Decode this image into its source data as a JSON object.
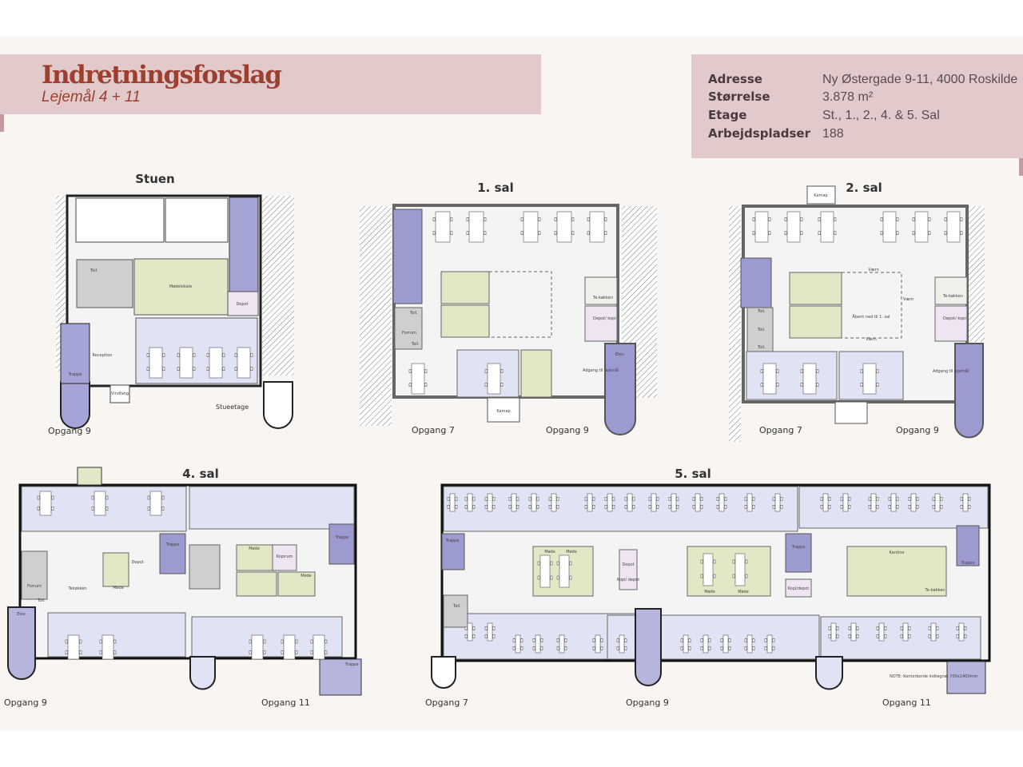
{
  "header": {
    "title": "Indretningsforslag",
    "subtitle": "Lejemål 4 + 11"
  },
  "info": [
    {
      "key": "Adresse",
      "value": "Ny Østergade 9-11, 4000 Roskilde"
    },
    {
      "key": "Størrelse",
      "value": "3.878 m²"
    },
    {
      "key": "Etage",
      "value": "St., 1., 2., 4. & 5. Sal"
    },
    {
      "key": "Arbejdspladser",
      "value": "188"
    }
  ],
  "colors": {
    "banner": "#e2cacb",
    "title": "#9c3f30",
    "stair": "#9b9bd0",
    "office": "#dfe3f3",
    "meeting": "#e4e7c6",
    "depot": "#efe5f2"
  },
  "floors": {
    "stuen": {
      "title": "Stuen",
      "caption": "Stueetage",
      "entrances": [
        "Opgang 9"
      ],
      "labels": [
        "Mødelokale",
        "Reception",
        "Vindfang",
        "Trappe",
        "Depot",
        "Toil."
      ]
    },
    "sal1": {
      "title": "1. sal",
      "entrances": [
        "Opgang 7",
        "Opgang 9"
      ],
      "labels": [
        "Toil.",
        "Forrum",
        "Toil.",
        "Te-køkken",
        "Depot/ kopi",
        "Elev.",
        "Adgang til lejemål",
        "Kamap"
      ]
    },
    "sal2": {
      "title": "2. sal",
      "entrances": [
        "Opgang 7",
        "Opgang 9"
      ],
      "labels": [
        "Kamap",
        "Værn",
        "Værn",
        "Værn",
        "Åbent ned til 1. sal",
        "Toil.",
        "Toil.",
        "Toil.",
        "Te-køkken",
        "Depot/ kopi",
        "Adgang til lejemål"
      ]
    },
    "sal4": {
      "title": "4. sal",
      "entrances": [
        "Opgang 9",
        "Opgang 11"
      ],
      "labels": [
        "Trappe",
        "Trappe",
        "Trappe",
        "Møde",
        "Møde",
        "Møde",
        "Kopirum",
        "Tekøkken",
        "Depot",
        "Forrum",
        "Toil.",
        "Elev."
      ]
    },
    "sal5": {
      "title": "5. sal",
      "entrances": [
        "Opgang 7",
        "Opgang 9",
        "Opgang 11"
      ],
      "labels": [
        "Trappe",
        "Trappe",
        "Trappe",
        "Kantine",
        "Møde",
        "Møde",
        "Møde",
        "Møde",
        "Depot",
        "Kopi/ depot",
        "Kopi/depot",
        "Te-køkken",
        "Toil."
      ],
      "note": "NOTE: Kontorborde indtegnet 700x1400mm"
    }
  }
}
